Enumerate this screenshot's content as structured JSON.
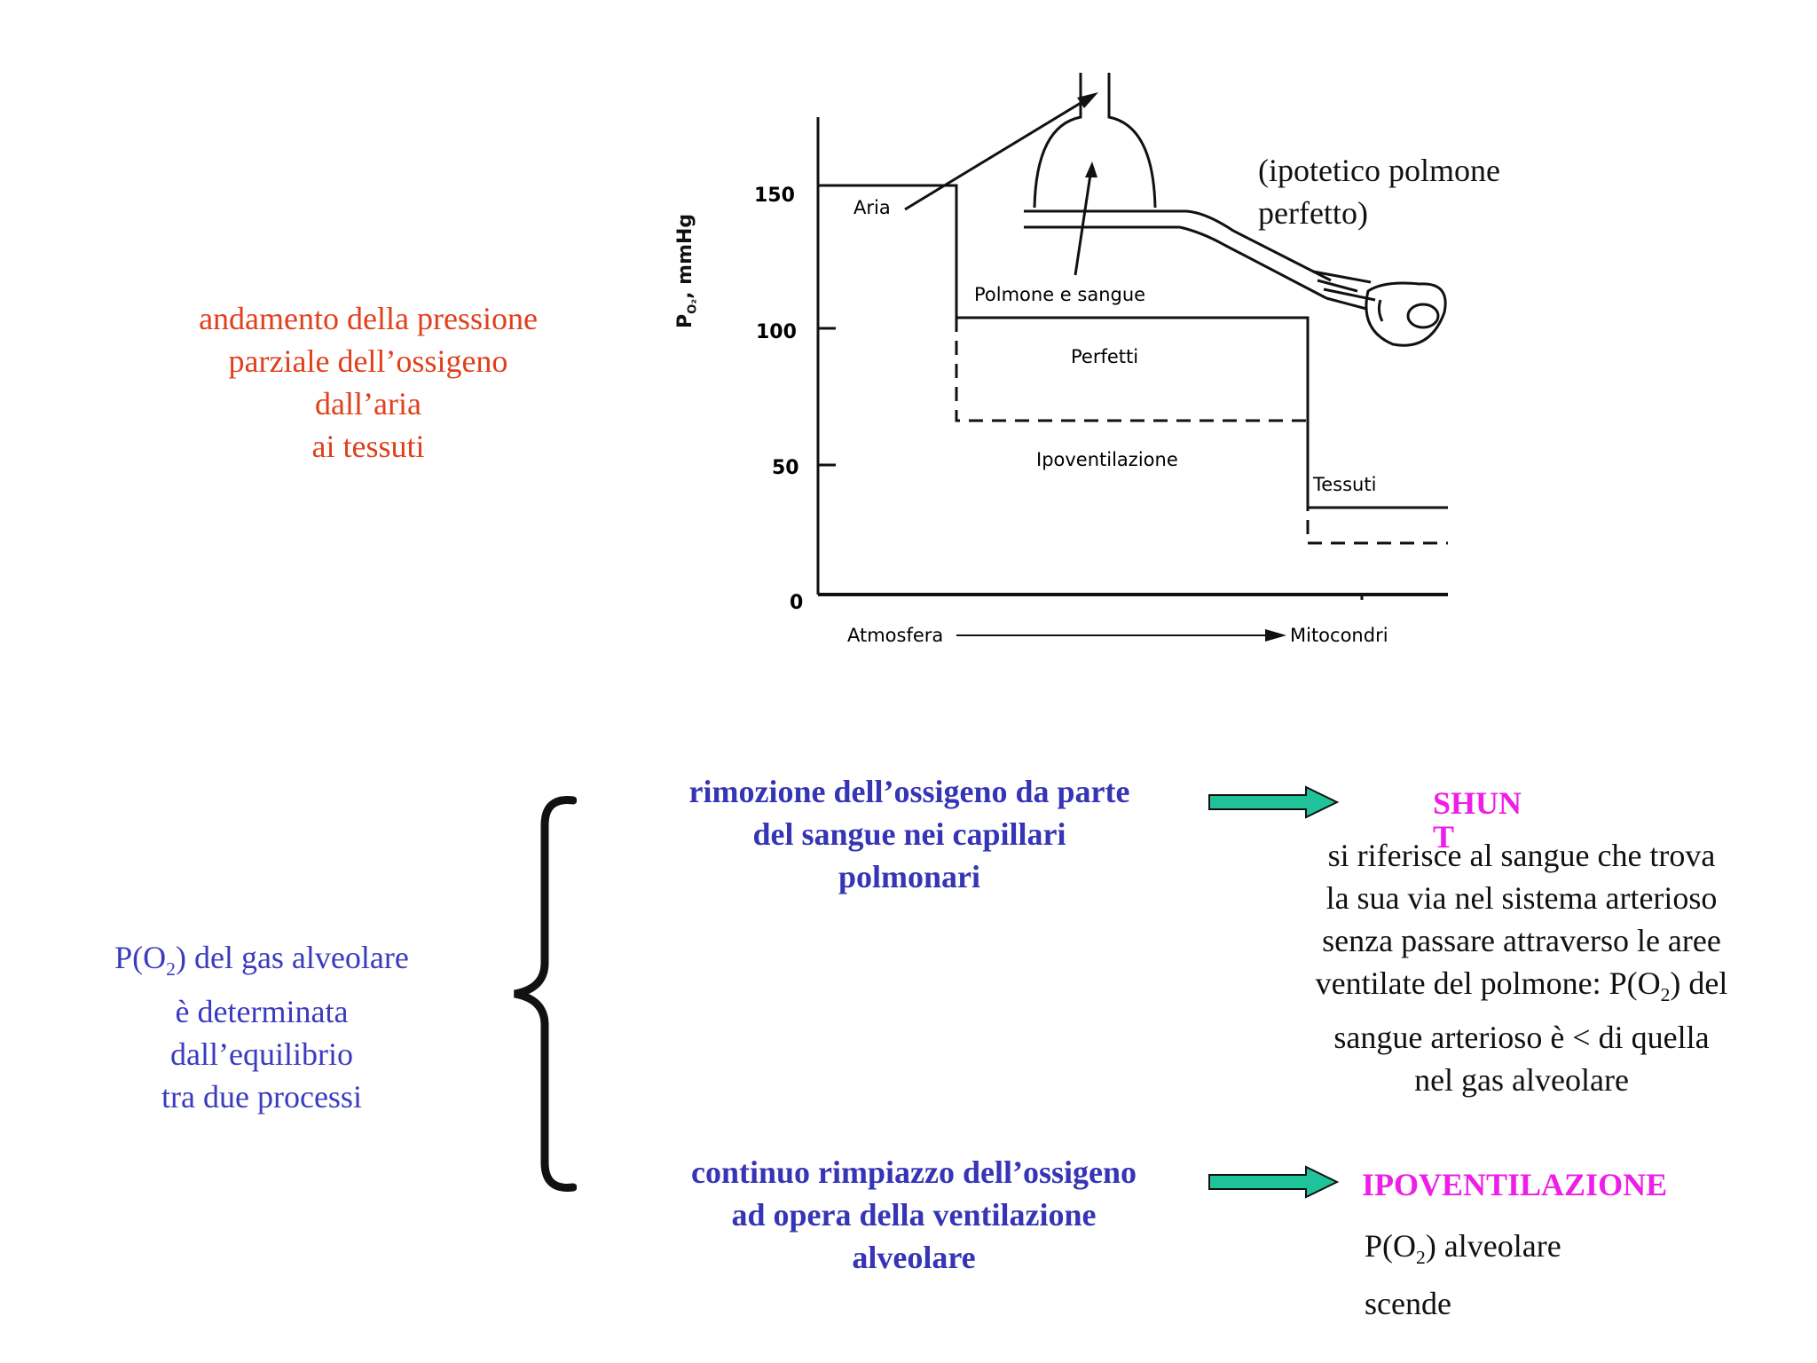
{
  "figure": {
    "y_axis_label": "P",
    "y_axis_sub": "O₂",
    "y_axis_unit": "mmHg",
    "y_ticks": [
      "150",
      "100",
      "50",
      "0"
    ],
    "labels": {
      "aria": "Aria",
      "polmone_sangue": "Polmone e sangue",
      "perfetti": "Perfetti",
      "ipoventilazione": "Ipoventilazione",
      "tessuti": "Tessuti",
      "atmosfera": "Atmosfera",
      "mitocondri": "Mitocondri"
    },
    "caption_line1": "(ipotetico polmone",
    "caption_line2": "perfetto)"
  },
  "title": {
    "line1": "andamento della pressione",
    "line2": "parziale dell’ossigeno",
    "line3": "dall’aria",
    "line4": "ai tessuti"
  },
  "left_text": {
    "line1_pre": "P(O",
    "line1_sub": "2",
    "line1_post": ") del gas alveolare",
    "line2": "è determinata",
    "line3": "dall’equilibrio",
    "line4": "tra due processi"
  },
  "process1": {
    "line1": "rimozione dell’ossigeno da parte",
    "line2": "del sangue nei capillari",
    "line3": "polmonari"
  },
  "process2": {
    "line1": "continuo rimpiazzo dell’ossigeno",
    "line2": "ad opera della ventilazione",
    "line3": "alveolare"
  },
  "shunt": {
    "title": "SHUNT",
    "line1": "si riferisce al sangue che trova",
    "line2": "la sua via nel sistema arterioso",
    "line3": "senza passare attraverso le aree",
    "line4_pre": "ventilate del polmone: P(O",
    "line4_sub": "2",
    "line4_post": ") del",
    "line5": "sangue arterioso è < di quella",
    "line6": "nel gas alveolare"
  },
  "ipoventilazione": {
    "title": "IPOVENTILAZIONE",
    "line1_pre": "P(O",
    "line1_sub": "2",
    "line1_post": ") alveolare",
    "line2": "scende"
  },
  "colors": {
    "title_red": "#e0401c",
    "process_blue": "#3535b5",
    "text_blue": "#3b3bc0",
    "magenta": "#ee1ee8",
    "arrow_green": "#1fc39a"
  }
}
